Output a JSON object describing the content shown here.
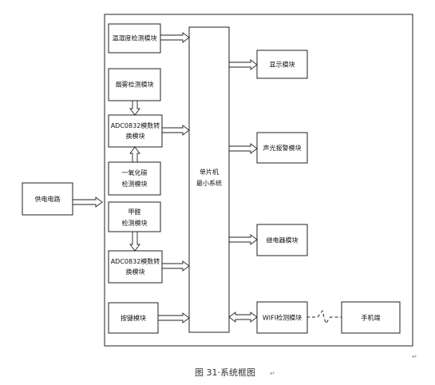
{
  "blocks": {
    "temp_humidity": "温湿度检测模块",
    "smoke": "烟雾检测模块",
    "adc1": [
      "ADC0832模数转",
      "换模块"
    ],
    "co": [
      "一氧化碳",
      "检测模块"
    ],
    "power": "供电电路",
    "formaldehyde": [
      "甲醛",
      "检测模块"
    ],
    "adc2": [
      "ADC0832模数转",
      "换模块"
    ],
    "keys": "按键模块",
    "mcu": [
      "单片机",
      "最小系统"
    ],
    "display": "显示模块",
    "alarm": "声光报警模块",
    "relay": "继电器模块",
    "wifi": "WIFI检测模块",
    "phone": "手机端"
  },
  "caption": "图 31·系统框图",
  "return_mark": "↵",
  "colors": {
    "line": "#222222",
    "fill": "#ffffff",
    "text": "#111111"
  }
}
